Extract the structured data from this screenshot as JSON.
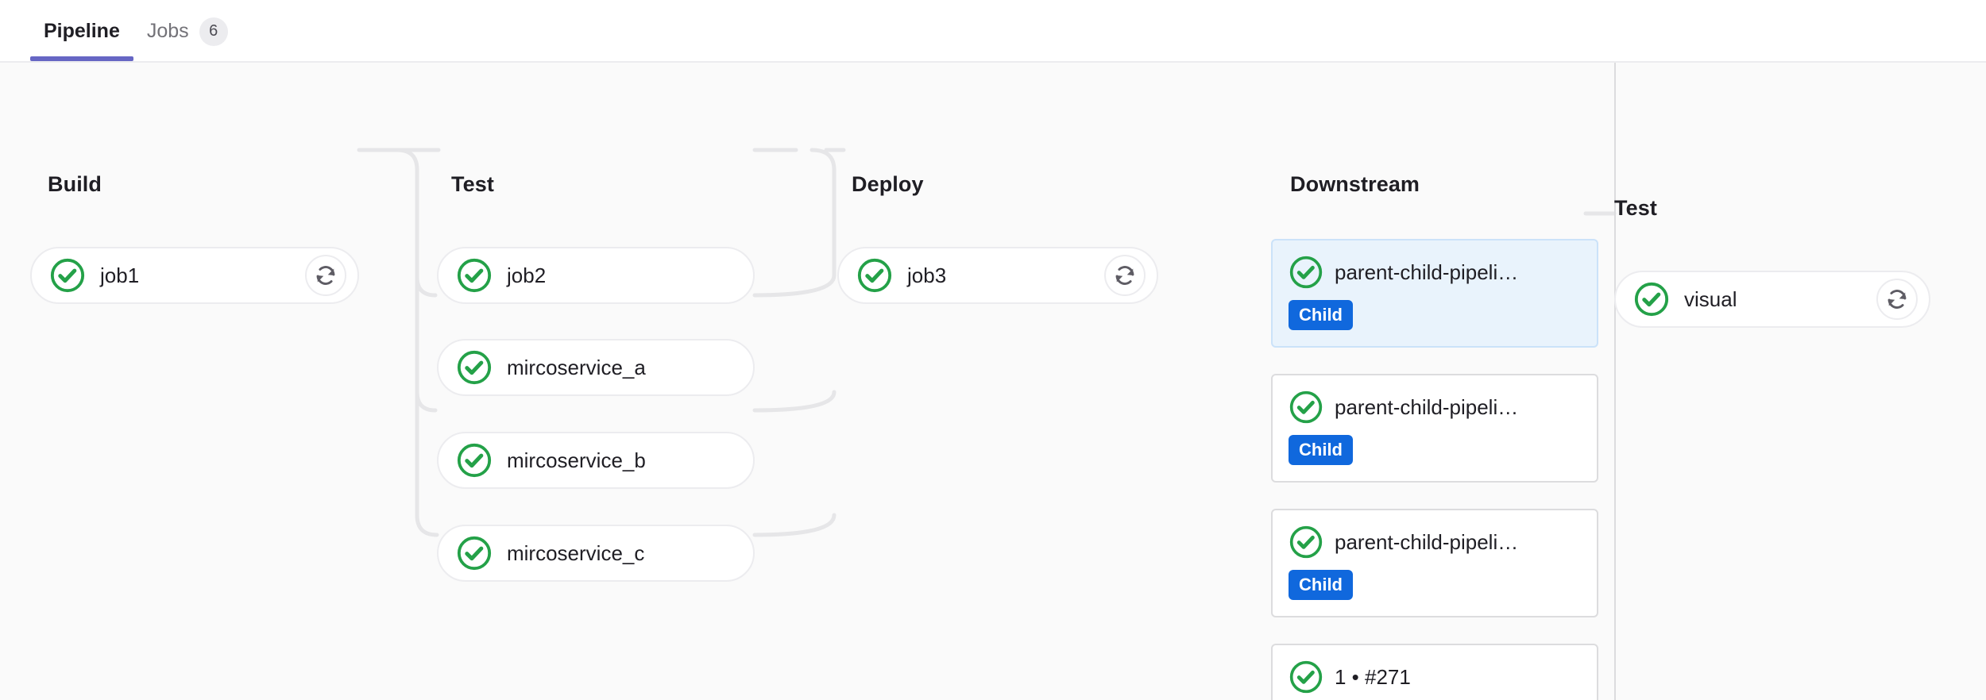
{
  "tabs": [
    {
      "label": "Pipeline",
      "active": true,
      "badge": null,
      "name": "tab-pipeline"
    },
    {
      "label": "Jobs",
      "active": false,
      "badge": "6",
      "name": "tab-jobs"
    }
  ],
  "colors": {
    "accent_tab_underline": "#6666c4",
    "status_success_green": "#24a148",
    "child_badge_blue": "#1068dd",
    "selected_card_bg": "#e9f3fc",
    "canvas_bg": "#fafafa",
    "border": "#ececef"
  },
  "icons": {
    "status_success": "status-success-icon",
    "retry": "retry-icon"
  },
  "stages": [
    {
      "title": "Build",
      "name": "stage-build",
      "jobs": [
        {
          "label": "job1",
          "status": "success",
          "retry": true,
          "name": "job-node-job1"
        }
      ]
    },
    {
      "title": "Test",
      "name": "stage-test",
      "jobs": [
        {
          "label": "job2",
          "status": "success",
          "retry": false,
          "name": "job-node-job2"
        },
        {
          "label": "mircoservice_a",
          "status": "success",
          "retry": false,
          "name": "job-node-mircoservice-a"
        },
        {
          "label": "mircoservice_b",
          "status": "success",
          "retry": false,
          "name": "job-node-mircoservice-b"
        },
        {
          "label": "mircoservice_c",
          "status": "success",
          "retry": false,
          "name": "job-node-mircoservice-c"
        }
      ]
    },
    {
      "title": "Deploy",
      "name": "stage-deploy",
      "jobs": [
        {
          "label": "job3",
          "status": "success",
          "retry": true,
          "name": "job-node-job3"
        }
      ]
    }
  ],
  "downstream": {
    "title": "Downstream",
    "cards": [
      {
        "label": "parent-child-pipeli…",
        "badge": "Child",
        "status": "success",
        "selected": true,
        "name": "downstream-card-1"
      },
      {
        "label": "parent-child-pipeli…",
        "badge": "Child",
        "status": "success",
        "selected": false,
        "name": "downstream-card-2"
      },
      {
        "label": "parent-child-pipeli…",
        "badge": "Child",
        "status": "success",
        "selected": false,
        "name": "downstream-card-3"
      },
      {
        "label": "1 • #271",
        "badge": null,
        "status": "success",
        "selected": false,
        "name": "downstream-card-4"
      }
    ]
  },
  "child_pipeline": {
    "stages": [
      {
        "title": "Test",
        "name": "child-stage-test",
        "jobs": [
          {
            "label": "visual",
            "status": "success",
            "retry": true,
            "name": "job-node-visual"
          }
        ]
      }
    ]
  }
}
